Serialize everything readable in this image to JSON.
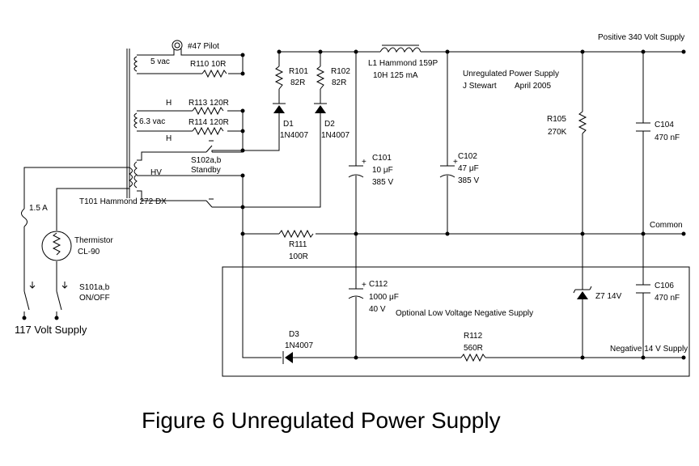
{
  "labels": {
    "pilot": "#47 Pilot",
    "vac5": "5 vac",
    "r110": "R110 10R",
    "h1": "H",
    "r113": "R113 120R",
    "vac63": "6.3 vac",
    "r114": "R114 120R",
    "h2": "H",
    "s102_name": "S102a,b",
    "s102_pos": "Standby",
    "hv": "HV",
    "t101": "T101 Hammond 272 DX",
    "fuse": "1.5 A",
    "therm_name": "Thermistor",
    "therm_part": "CL-90",
    "s101_name": "S101a,b",
    "s101_pos": "ON/OFF",
    "supply": "117 Volt Supply",
    "r101_name": "R101",
    "r101_val": "82R",
    "r102_name": "R102",
    "r102_val": "82R",
    "d1_name": "D1",
    "d1_part": "1N4007",
    "d2_name": "D2",
    "d2_part": "1N4007",
    "l1_name": "L1 Hammond 159P",
    "l1_val": "10H   125 mA",
    "title1": "Unregulated Power Supply",
    "author": "J Stewart",
    "date": "April 2005",
    "pos_supply": "Positive 340 Volt Supply",
    "c101_name": "C101",
    "c101_val": "10 μF",
    "c101_v": "385 V",
    "c102_name": "C102",
    "c102_val": "47 μF",
    "c102_v": "385 V",
    "r105_name": "R105",
    "r105_val": "270K",
    "c104_name": "C104",
    "c104_val": "470 nF",
    "common": "Common",
    "r111_name": "R111",
    "r111_val": "100R",
    "c112_name": "C112",
    "c112_val": "1000  μF",
    "c112_v": "40 V",
    "optional": "Optional Low Voltage Negative Supply",
    "z7": "Z7  14V",
    "c106_name": "C106",
    "c106_val": "470 nF",
    "d3_name": "D3",
    "d3_part": "1N4007",
    "r112_name": "R112",
    "r112_val": "560R",
    "neg_supply": "Negative 14 V Supply",
    "plus": "+"
  },
  "caption": "Figure 6   Unregulated Power Supply"
}
